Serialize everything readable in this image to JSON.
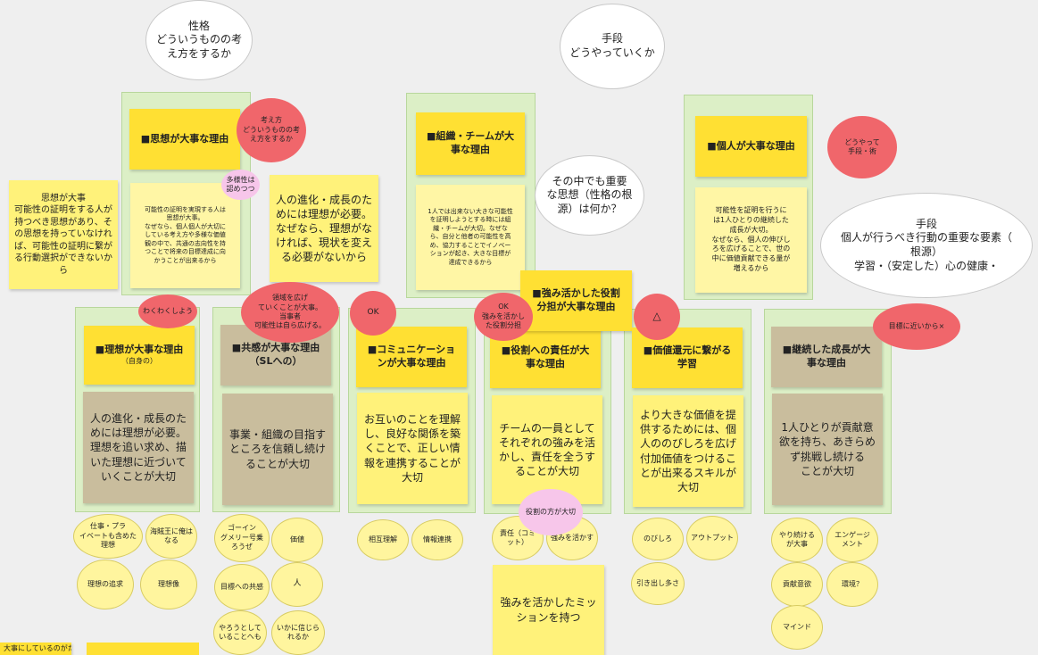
{
  "top": {
    "personality": "性格\nどういうものの考\nえ方をするか",
    "means": "手段\nどうやっていくか"
  },
  "upper": {
    "thought_title": "■思想が大事な理由",
    "thought_body": "可能性の証明を実現する人は\n思想が大事。\nなぜなら、個人個人が大切に\nしている考え方や多様な価値\n観の中で、共通の志向性を持\nつことで将来の目標達成に向\nかうことが出来るから",
    "thought_left": "思想が大事\n可能性の証明をする人が\n持つべき思想があり、そ\nの思想を持っていなけれ\nば、可能性の証明に繋が\nる行動選択ができないから",
    "thought_red": "考え方\nどういうものの考\nえ方をするか",
    "diversity": "多様性は\n認めつつ",
    "ideal_note": "人の進化・成長のた\nめには理想が必要。\nなぜなら、理想がな\nければ、現状を変え\nる必要がないから",
    "org_title": "■組織・チームが大\n事な理由",
    "org_body": "1人では出来ない大きな可能性\nを証明しようとする時には組\n織・チームが大切。なぜな\nら、自分と他者の可能性を高\nめ、協力することでイノベー\nションが起き、大きな目標が\n達成できるから",
    "question": "その中でも重要\nな思想（性格の根\n源）は何か？",
    "indiv_title": "■個人が大事な理由",
    "indiv_body": "可能性を証明を行うに\nは1人ひとりの継続した\n成長が大切。\nなぜなら、個人の伸びし\nろを広げることで、世の\n中に価値貢献できる量が\n増えるから",
    "means_red": "どうやって\n手段・術",
    "means_oval": "手段\n個人が行うべき行動の重要な要素（\n根源）\n学習・（安定した）心の健康・"
  },
  "bubbles": {
    "wakuwaku": "わくわくしよう",
    "domain": "領域を広げ\nていくことが大事。\n当事者\n可能性は自ら広げる。",
    "ok1": "OK",
    "ok2": "OK\n強みを活かし\nた役割分担",
    "triangle": "△",
    "near_goal": "目標に近いから×",
    "role": "役割の方が大切"
  },
  "strength_title": "■強み活かした役割\n分担が大事な理由",
  "columns": [
    {
      "title": "■理想が大事な理由",
      "sub": "（自身の）",
      "body": "人の進化・成長のた\nめには理想が必要。\n理想を追い求め、描\nいた理想に近づいて\nいくことが大切",
      "circles": [
        "仕事・プラ\nイベートも含めた\n理想",
        "海賊王に俺は\nなる",
        "理想の追求",
        "理想像"
      ]
    },
    {
      "title": "■共感が大事な理由\n（SLへの）",
      "sub": "",
      "body": "事業・組織の目指す\nところを信頼し続け\nることが大切",
      "circles": [
        "ゴーイン\nグメリー号乗\nろうぜ",
        "価値",
        "目標への共感",
        "人",
        "やろうとして\nいることへも",
        "いかに信じら\nれるか"
      ]
    },
    {
      "title": "■コミュニケーショ\nンが大事な理由",
      "sub": "",
      "body": "お互いのことを理解\nし、良好な関係を築\nくことで、正しい情\n報を連携することが\n大切",
      "circles": [
        "相互理解",
        "情報連携"
      ]
    },
    {
      "title": "■役割への責任が大\n事な理由",
      "sub": "",
      "body": "チームの一員として\nそれぞれの強みを活\nかし、責任を全うす\nることが大切",
      "circles": [
        "責任（コミ\nット）",
        "強みを活かす"
      ]
    },
    {
      "title": "■価値還元に繋がる\n学習",
      "sub": "",
      "body": "より大きな価値を提\n供するためには、個\n人ののびしろを広げ\n付加価値をつけるこ\nとが出来るスキルが\n大切",
      "circles": [
        "のびしろ",
        "アウトプット",
        "引き出し多さ"
      ]
    },
    {
      "title": "■継続した成長が大\n事な理由",
      "sub": "",
      "body": "1人ひとりが貢献意\n欲を持ち、あきらめ\nず挑戦し続ける\nことが大切",
      "circles": [
        "やり続ける\nが大事",
        "エンゲージ\nメント",
        "貢献意欲",
        "環境？",
        "マインド"
      ]
    }
  ],
  "mission": "強みを活かしたミッ\nションを持つ",
  "bottom_left": "大事にしているのがた"
}
